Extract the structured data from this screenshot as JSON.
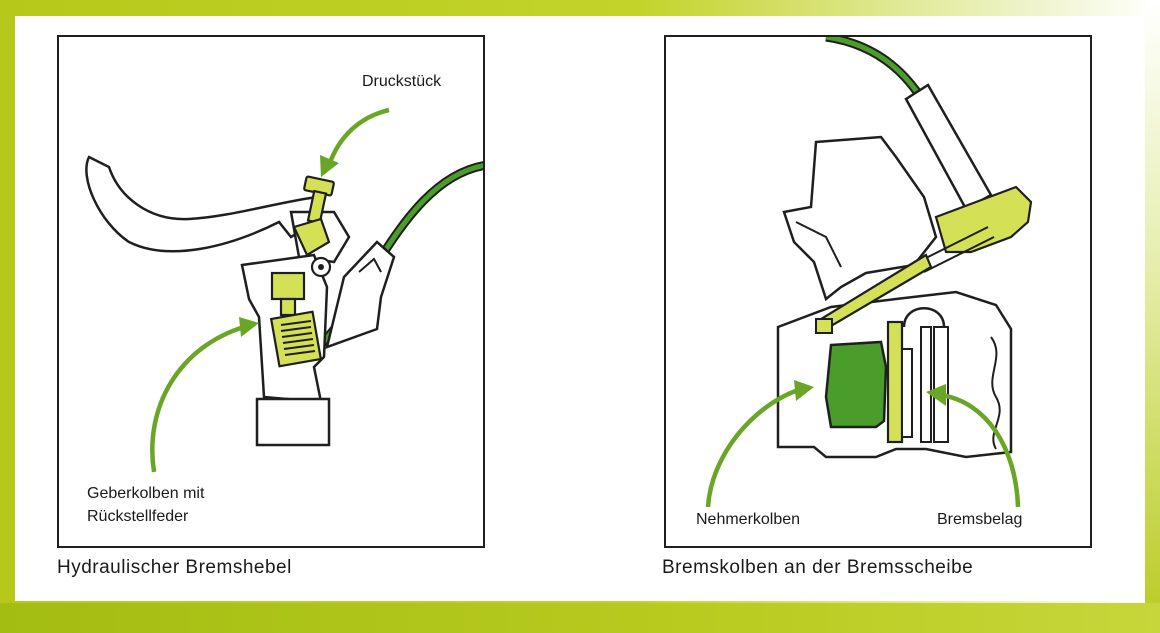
{
  "colors": {
    "frame_green": "#b6c91a",
    "part_lime": "#d4e157",
    "part_green": "#4a9d2a",
    "arrow_green": "#6aa626",
    "outline": "#1f1f1f"
  },
  "panels": [
    {
      "caption": "Hydraulischer Bremshebel",
      "labels": {
        "top": "Druckstück",
        "bottom_line1": "Geberkolben mit",
        "bottom_line2": "Rückstellfeder"
      }
    },
    {
      "caption": "Bremskolben an der Bremsscheibe",
      "labels": {
        "left": "Nehmerkolben",
        "right": "Bremsbelag"
      }
    }
  ]
}
